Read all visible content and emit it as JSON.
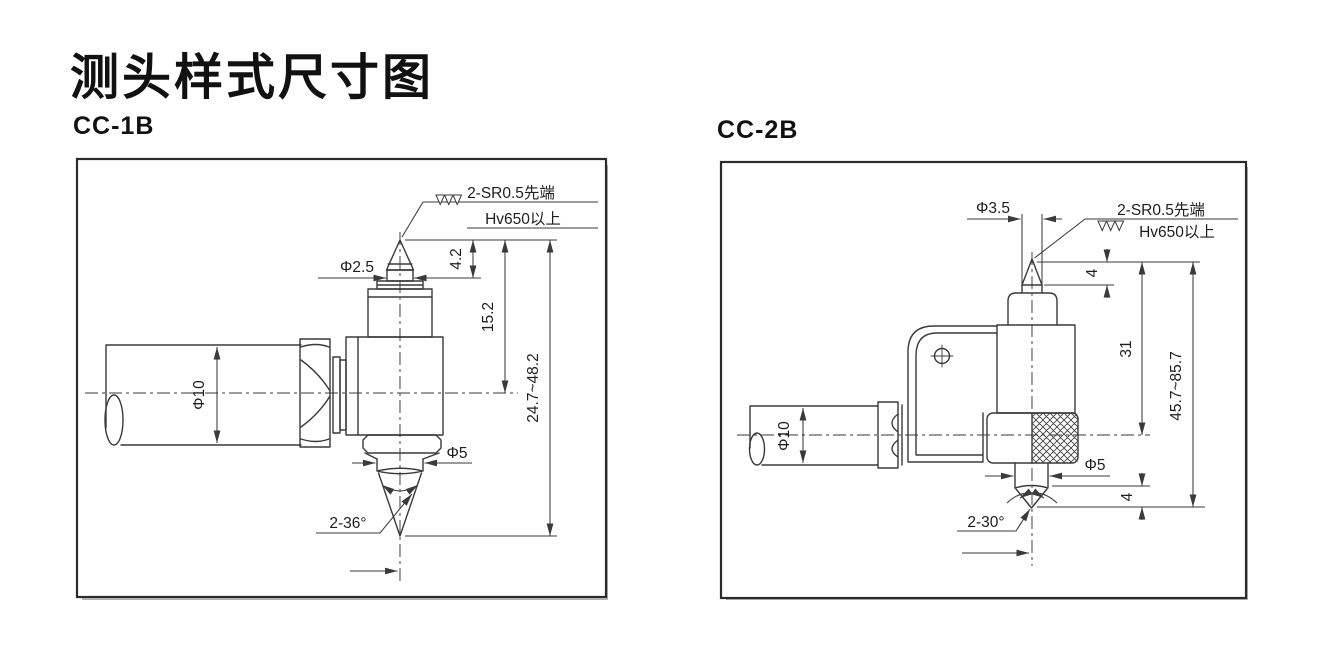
{
  "title": "测头样式尺寸图",
  "panels": [
    {
      "label": "CC-1B",
      "notes": {
        "tip_spec": "2-SR0.5先端",
        "hardness": "Hv650以上"
      },
      "dims": {
        "stem_dia": "Φ2.5",
        "tip_len": "4.2",
        "upper_len": "15.2",
        "total_len": "24.7~48.2",
        "shaft_dia": "Φ10",
        "contact_dia": "Φ5",
        "tip_angle": "2-36°"
      }
    },
    {
      "label": "CC-2B",
      "notes": {
        "tip_spec": "2-SR0.5先端",
        "hardness": "Hv650以上"
      },
      "dims": {
        "stem_dia": "Φ3.5",
        "tip_len": "4",
        "upper_len": "31",
        "total_len": "45.7~85.7",
        "shaft_dia": "Φ10",
        "contact_dia": "Φ5",
        "lower_tip_len": "4",
        "tip_angle": "2-30°"
      }
    }
  ],
  "colors": {
    "line": "#3a3a3a",
    "text": "#1e1e1e",
    "border": "#2b2b2b",
    "background": "#ffffff"
  }
}
